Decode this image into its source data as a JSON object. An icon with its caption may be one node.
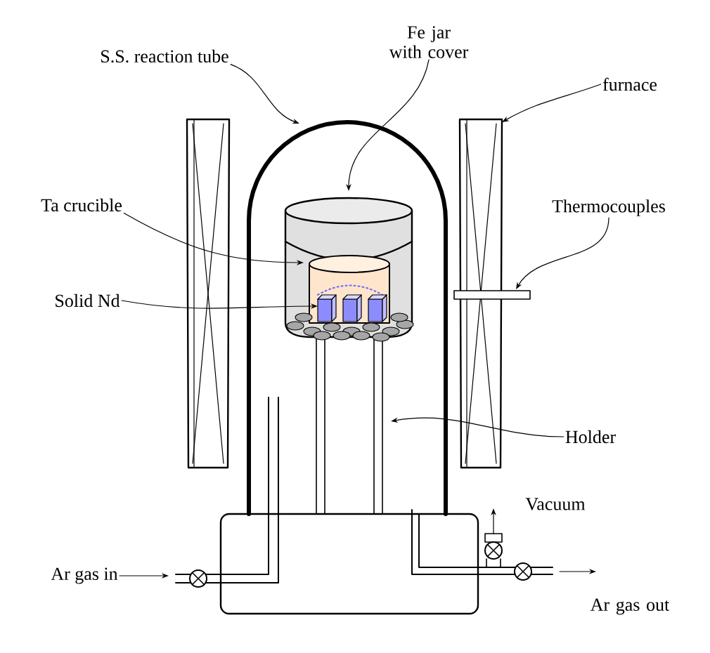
{
  "diagram": {
    "nodes": [
      {
        "text": [
          "S.S. reaction tube"
        ]
      },
      {
        "text": [
          "Fe jar with cover"
        ]
      },
      {
        "text": [
          "furnace"
        ]
      },
      {
        "text": [
          "Ta crucible"
        ]
      },
      {
        "text": [
          "Thermocouples"
        ]
      },
      {
        "text": [
          "Solid Nd"
        ]
      },
      {
        "text": [
          "Holder"
        ]
      },
      {
        "text": [
          "Vacuum"
        ]
      },
      {
        "text": [
          "Ar gas in"
        ]
      },
      {
        "text": [
          "Ar gas out"
        ]
      }
    ],
    "edges": [
      {
        "from": 0,
        "to": null,
        "arrow": "to"
      },
      {
        "from": 1,
        "to": null,
        "arrow": "to"
      },
      {
        "from": 2,
        "to": null,
        "arrow": "to"
      },
      {
        "from": 3,
        "to": null,
        "arrow": "to"
      },
      {
        "from": 4,
        "to": null,
        "arrow": "to"
      },
      {
        "from": 5,
        "to": null,
        "arrow": "to"
      },
      {
        "from": 6,
        "to": null,
        "arrow": "to"
      },
      {
        "from": null,
        "to": 7,
        "arrow": "to"
      },
      {
        "from": 8,
        "to": null,
        "arrow": "to"
      },
      {
        "from": null,
        "to": 9,
        "arrow": "to"
      }
    ]
  }
}
